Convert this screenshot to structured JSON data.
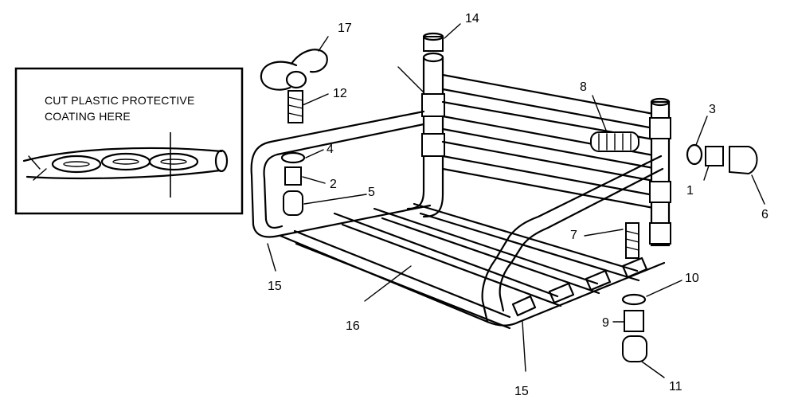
{
  "inset_note": {
    "line1": "CUT PLASTIC PROTECTIVE",
    "line2": "COATING HERE"
  },
  "callouts": [
    "17",
    "14",
    "12",
    "8",
    "3",
    "4",
    "2",
    "5",
    "1",
    "6",
    "7",
    "15",
    "10",
    "16",
    "9",
    "15",
    "11"
  ]
}
